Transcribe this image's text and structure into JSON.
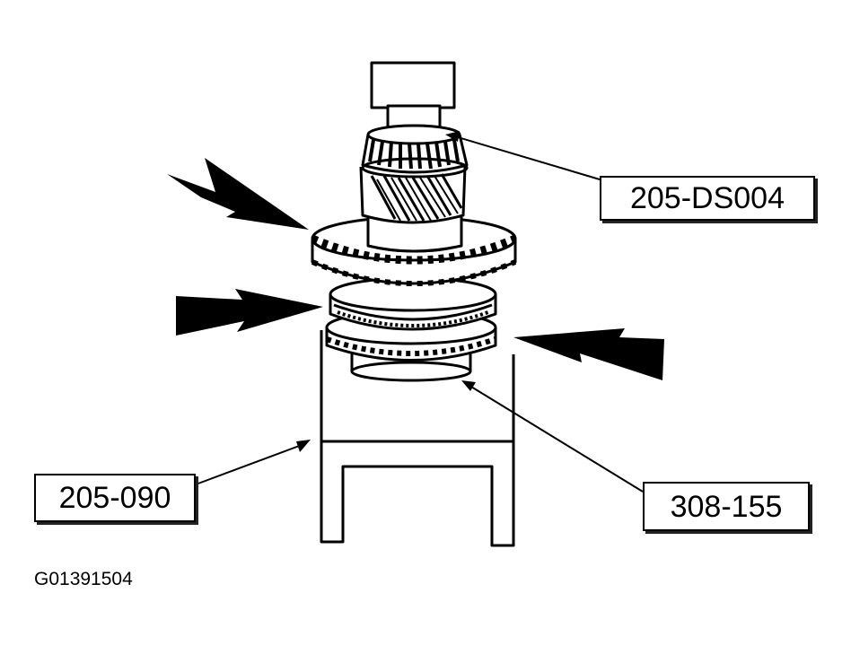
{
  "callouts": {
    "tool_upper": "205-DS004",
    "tool_fixture": "205-090",
    "tool_lower": "308-155"
  },
  "figure_id": "G01391504",
  "colors": {
    "ink": "#000000",
    "paper": "#ffffff"
  }
}
